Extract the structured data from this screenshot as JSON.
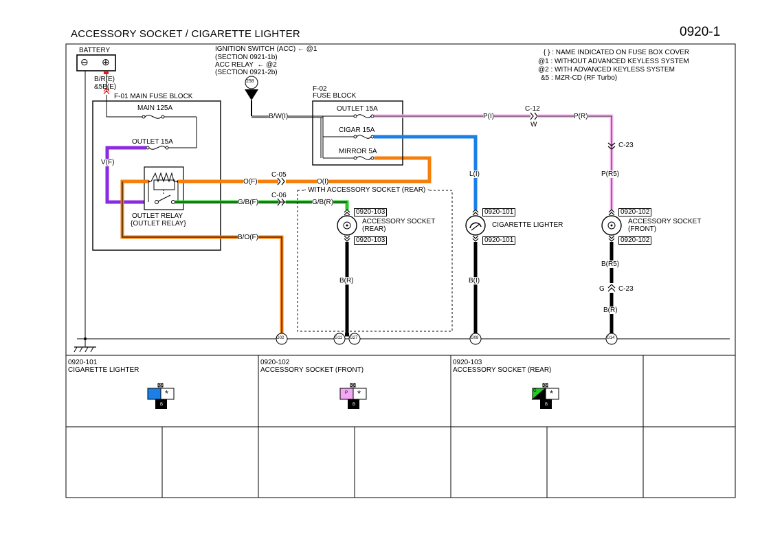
{
  "page": {
    "title": "ACCESSORY SOCKET / CIGARETTE LIGHTER",
    "number": "0920-1"
  },
  "legend": [
    "{ } : NAME INDICATED ON FUSE BOX COVER",
    "@1 : WITHOUT ADVANCED KEYLESS SYSTEM",
    "@2 : WITH ADVANCED KEYLESS SYSTEM",
    "&5 : MZR-CD (RF Turbo)"
  ],
  "source_notes": {
    "ign_switch": "IGNITION SWITCH (ACC)",
    "ign_tag": "@1",
    "ign_section": "(SECTION 0921-1b)",
    "acc_relay": "ACC RELAY",
    "acc_tag": "@2",
    "acc_section": "(SECTION 0921-2b)",
    "terminal": "258"
  },
  "battery": {
    "label": "BATTERY",
    "minus": "⊖",
    "plus": "⊕",
    "wire1": "B/R(E)",
    "wire2": "&5B(E)"
  },
  "main_fuse_block": {
    "label": "F-01  MAIN FUSE BLOCK",
    "main_fuse": "MAIN 125A",
    "outlet_fuse": "OUTLET 15A",
    "relay_name": "OUTLET RELAY",
    "relay_alias": "{OUTLET RELAY}"
  },
  "fuse_block": {
    "code": "F-02",
    "label": "FUSE BLOCK",
    "outlet": "OUTLET 15A",
    "cigar": "CIGAR 15A",
    "mirror": "MIRROR 5A"
  },
  "wires": {
    "bw_i": "B/W(I)",
    "v_f": "V(F)",
    "o_f": "O(F)",
    "c05": "C-05",
    "o_i": "O(I)",
    "gb_f": "G/B(F)",
    "c06": "C-06",
    "gb_r": "G/B(R)",
    "bo_f": "B/O(F)",
    "p_i": "P(I)",
    "c12": "C-12",
    "w": "W",
    "p_r": "P(R)",
    "c23": "C-23",
    "p_r5": "P(R5)",
    "l_i": "L(I)",
    "b_r": "B(R)",
    "b_i": "B(I)",
    "b_r5": "B(R5)",
    "g": "G",
    "c23b": "C-23",
    "b_r2": "B(R)",
    "rear_group": "WITH ACCESSORY SOCKET (REAR)"
  },
  "components": {
    "rear_socket": {
      "name": "ACCESSORY SOCKET",
      "sub": "(REAR)",
      "conn_top": "0920-103",
      "conn_bot": "0920-103"
    },
    "lighter": {
      "name": "CIGARETTE LIGHTER",
      "conn_top": "0920-101",
      "conn_bot": "0920-101"
    },
    "front_socket": {
      "name": "ACCESSORY SOCKET",
      "sub": "(FRONT)",
      "conn_top": "0920-102",
      "conn_bot": "0920-102"
    }
  },
  "grounds": [
    "G02",
    "G11",
    "G27",
    "G08",
    "G14"
  ],
  "connector_table": [
    {
      "code": "0920-101",
      "name": "CIGARETTE LIGHTER",
      "pin_color": "#1a7fe6",
      "pin_text": "",
      "pin2": "*",
      "pin3": "B"
    },
    {
      "code": "0920-102",
      "name": "ACCESSORY SOCKET (FRONT)",
      "pin_color": "#f2a8f2",
      "pin_text": "P",
      "pin2": "*",
      "pin3": "B"
    },
    {
      "code": "0920-103",
      "name": "ACCESSORY SOCKET (REAR)",
      "pin_color": "#22cc22",
      "pin_text": "G",
      "pin2": "*",
      "pin3": "B"
    }
  ],
  "colors": {
    "orange": "#f57f0a",
    "violet": "#8a2be2",
    "green": "#22cc22",
    "blue": "#1a7fe6",
    "pink": "#f4b4ec",
    "black": "#000000"
  }
}
